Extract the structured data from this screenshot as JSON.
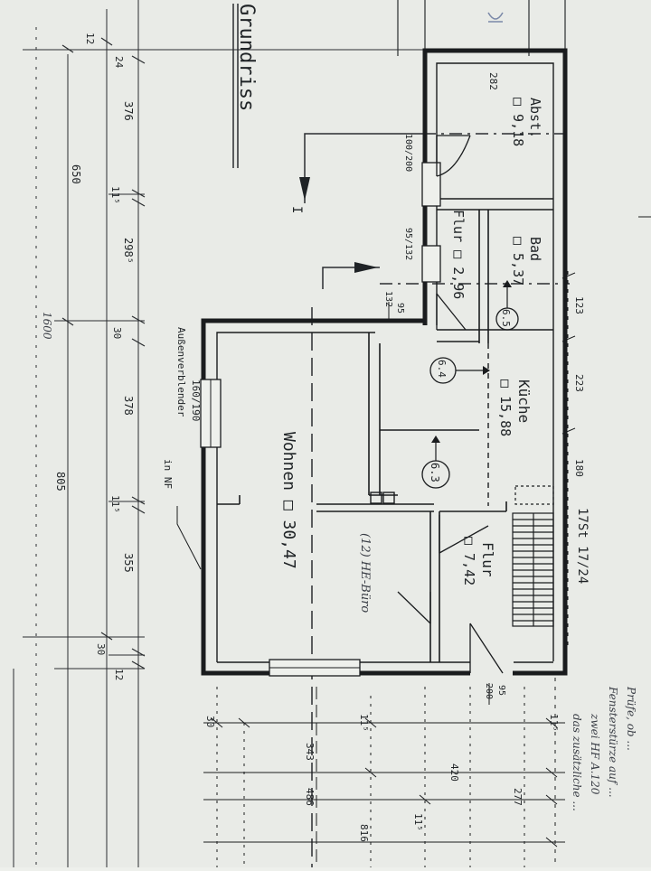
{
  "title": "Grundriss",
  "rooms": {
    "abst": {
      "name": "Abst.",
      "area": "□ 9,18",
      "height": "282"
    },
    "bad": {
      "name": "Bad",
      "area": "□ 5,37"
    },
    "flur_small": {
      "name": "Flur □ 2,96"
    },
    "kueche": {
      "name": "Küche",
      "area": "□ 15,88"
    },
    "wohnen": {
      "name": "Wohnen □ 30,47"
    },
    "flur": {
      "name": "Flur",
      "area": "□ 7,42"
    },
    "buero": {
      "name": "(12) HE-Büro"
    }
  },
  "markers": [
    "6.5",
    "6.4",
    "6.3"
  ],
  "labels": {
    "door_abst": "100/200",
    "door_flur": "95/132",
    "sill": "95",
    "sill2": "132",
    "window": "160/190",
    "outer_1": "Außenverblender",
    "outer_2": "in NF",
    "door_bottom_1": "95",
    "door_bottom_2": "200",
    "stairs": "17St 17/24",
    "section_mark": "I"
  },
  "dims_left": [
    "12",
    "24",
    "376",
    "11⁵",
    "298⁵",
    "30",
    "378",
    "11⁵",
    "355",
    "30",
    "12",
    "650",
    "805",
    "1600"
  ],
  "dims_right_top": [
    "123",
    "223",
    "180"
  ],
  "dims_bottom": [
    "11⁵",
    "30",
    "343",
    "11⁵",
    "420",
    "277",
    "486",
    "11⁵",
    "816"
  ],
  "notes": [
    "Prüfe, ob ...",
    "Fensterstürze auf ...",
    "zwei HF A.120",
    "das zusätzliche ..."
  ]
}
